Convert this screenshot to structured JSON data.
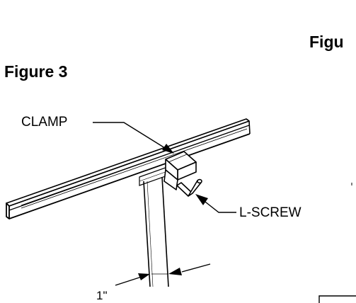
{
  "figure": {
    "title": "Figure 3",
    "adjacent_title_fragment": "Figu",
    "callouts": {
      "clamp": "CLAMP",
      "l_screw": "L-SCREW",
      "dimension": "1\""
    }
  }
}
